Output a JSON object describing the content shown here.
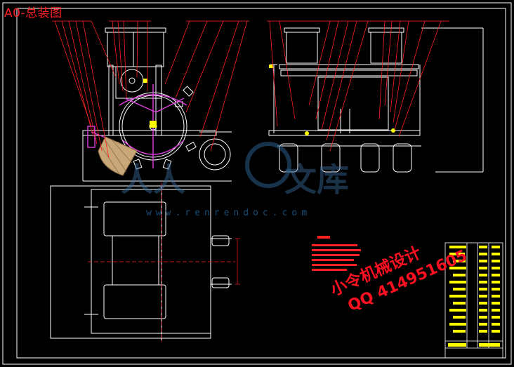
{
  "drawing": {
    "title": "A0-总装图",
    "colors": {
      "background": "#000000",
      "frame": "#ffffff",
      "leaders": "#ff2020",
      "parts": "#ffffff",
      "rotor": "#e040e0",
      "yellow": "#ffff00",
      "tan": "#c8a878"
    }
  },
  "watermark": {
    "url": "www.renrendoc.com",
    "left_text": "人人",
    "right_text": "文库",
    "color": "#3a6ea0"
  },
  "promo": {
    "line1": "小令机械设计",
    "line2": "QQ 414951605"
  }
}
